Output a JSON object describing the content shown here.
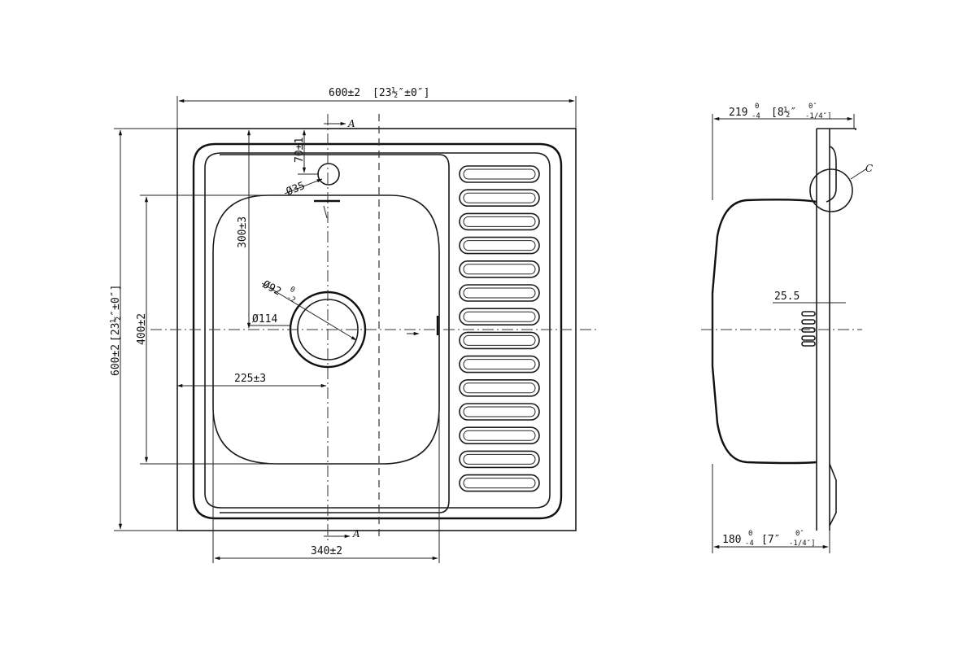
{
  "top_view": {
    "overall_width": "600±2",
    "overall_width_imperial": "[23½″±0″]",
    "overall_height": "600±2",
    "overall_height_imperial": "[23½″±0″]",
    "bowl_height": "400±2",
    "bowl_width": "340±2",
    "faucet_offset": "70±1",
    "faucet_diameter": "Ø35",
    "bowl_depth_from_top": "300±3",
    "drain_diameter_outer": "Ø114",
    "drain_diameter_inner": "Ø92",
    "drain_tolerance_upper": "0",
    "drain_tolerance_lower": "-2",
    "drain_offset": "225±3",
    "section_marker": "A"
  },
  "side_view": {
    "top_width": "219",
    "top_width_tol_upper": "0",
    "top_width_tol_lower": "-4",
    "top_width_imperial": "[8½″",
    "top_width_imperial_tol_upper": "0″",
    "top_width_imperial_tol_lower": "-1/4″]",
    "bottom_width": "180",
    "bottom_width_tol_upper": "0",
    "bottom_width_tol_lower": "-4",
    "bottom_width_imperial": "[7″",
    "bottom_width_imperial_tol_upper": "0″",
    "bottom_width_imperial_tol_lower": "-1/4″]",
    "overflow_dim": "25.5",
    "detail_marker": "C"
  }
}
